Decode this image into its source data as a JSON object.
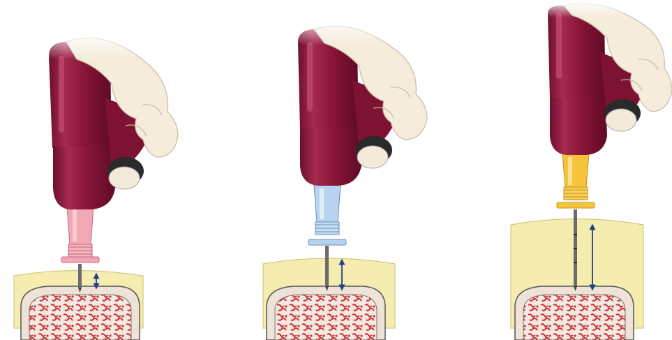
{
  "figure": {
    "panels": [
      {
        "id": "panel-1",
        "needle_hub": "pink",
        "tissue_depth": "thin"
      },
      {
        "id": "panel-2",
        "needle_hub": "blue",
        "tissue_depth": "medium"
      },
      {
        "id": "panel-3",
        "needle_hub": "yellow",
        "tissue_depth": "thick"
      }
    ],
    "colors": {
      "driver_body": "#8a1538",
      "driver_highlight": "#b73a60",
      "hand_skin": "#f6ecdc",
      "trigger_dark": "#2a2a2a",
      "soft_tissue": "#f5ecaf",
      "soft_tissue_edge": "#c9bd6b",
      "bone_cortex": "#f2e6dc",
      "bone_marrow": "#cc3a3a",
      "hub_pink": "#f2a7b5",
      "hub_blue": "#b7d3ef",
      "hub_yellow": "#f6c43b",
      "arrow": "#1f3f8a",
      "needle": "#555555"
    },
    "icons": [
      "intraosseous-driver-icon",
      "hand-icon",
      "needle-icon",
      "depth-arrow-icon",
      "bone-icon"
    ]
  }
}
